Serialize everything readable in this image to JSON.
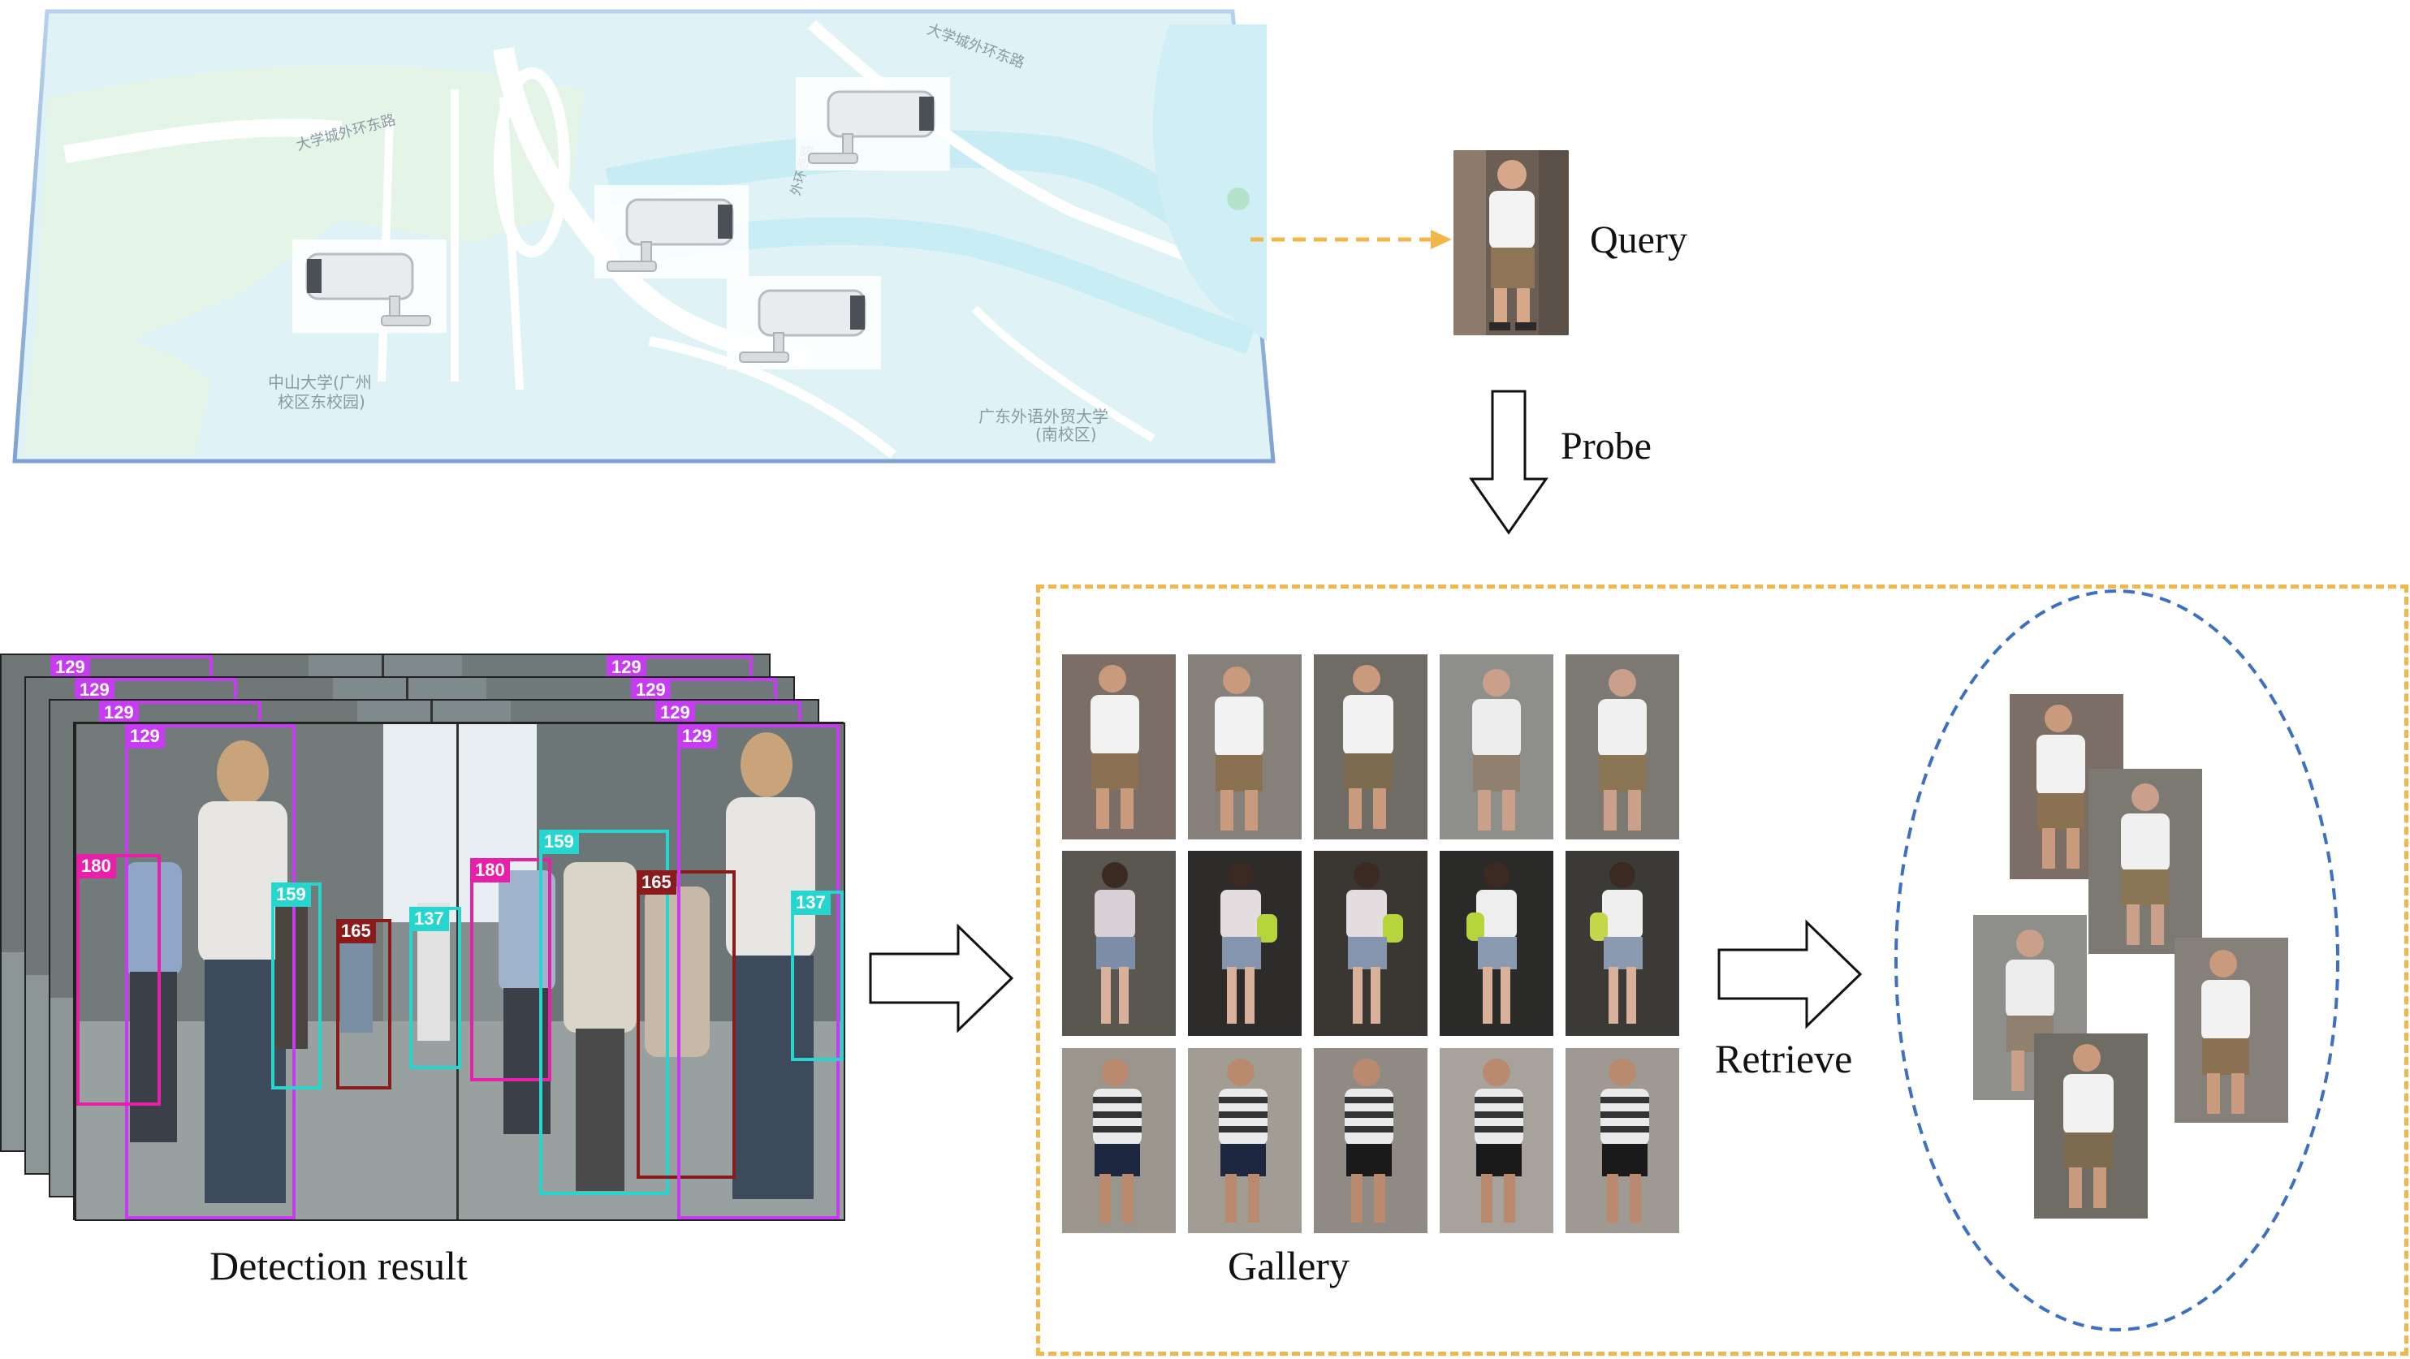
{
  "labels": {
    "query": "Query",
    "probe": "Probe",
    "detection": "Detection result",
    "gallery": "Gallery",
    "retrieve": "Retrieve"
  },
  "map": {
    "road_top_right": "大学城外环东路",
    "road_top_left": "大学城外环东路",
    "road_mid": "外环西路",
    "campus_1_line1": "中山大学(广州",
    "campus_1_line2": "校区东校园)",
    "campus_2_line1": "广东外语外贸大学",
    "campus_2_line2": "(南校区)"
  },
  "detection_boxes": [
    {
      "id": "129",
      "color": "#c63cf0"
    },
    {
      "id": "180",
      "color": "#e81fa8"
    },
    {
      "id": "159",
      "color": "#27d5cf"
    },
    {
      "id": "165",
      "color": "#8b1a1a"
    },
    {
      "id": "137",
      "color": "#27d5cf"
    },
    {
      "id": "180",
      "color": "#e81fa8"
    },
    {
      "id": "159",
      "color": "#27d5cf"
    },
    {
      "id": "165",
      "color": "#8b1a1a"
    },
    {
      "id": "129",
      "color": "#c63cf0"
    },
    {
      "id": "137",
      "color": "#27d5cf"
    }
  ],
  "stack_tags": [
    "129",
    "129",
    "129",
    "129",
    "129",
    "129",
    "129",
    "129"
  ],
  "colors": {
    "orange_dash": "#f2b74a",
    "blue_dash": "#3d6fc4",
    "map_bg": "#dff3f6",
    "map_green": "#e4f5e8"
  }
}
